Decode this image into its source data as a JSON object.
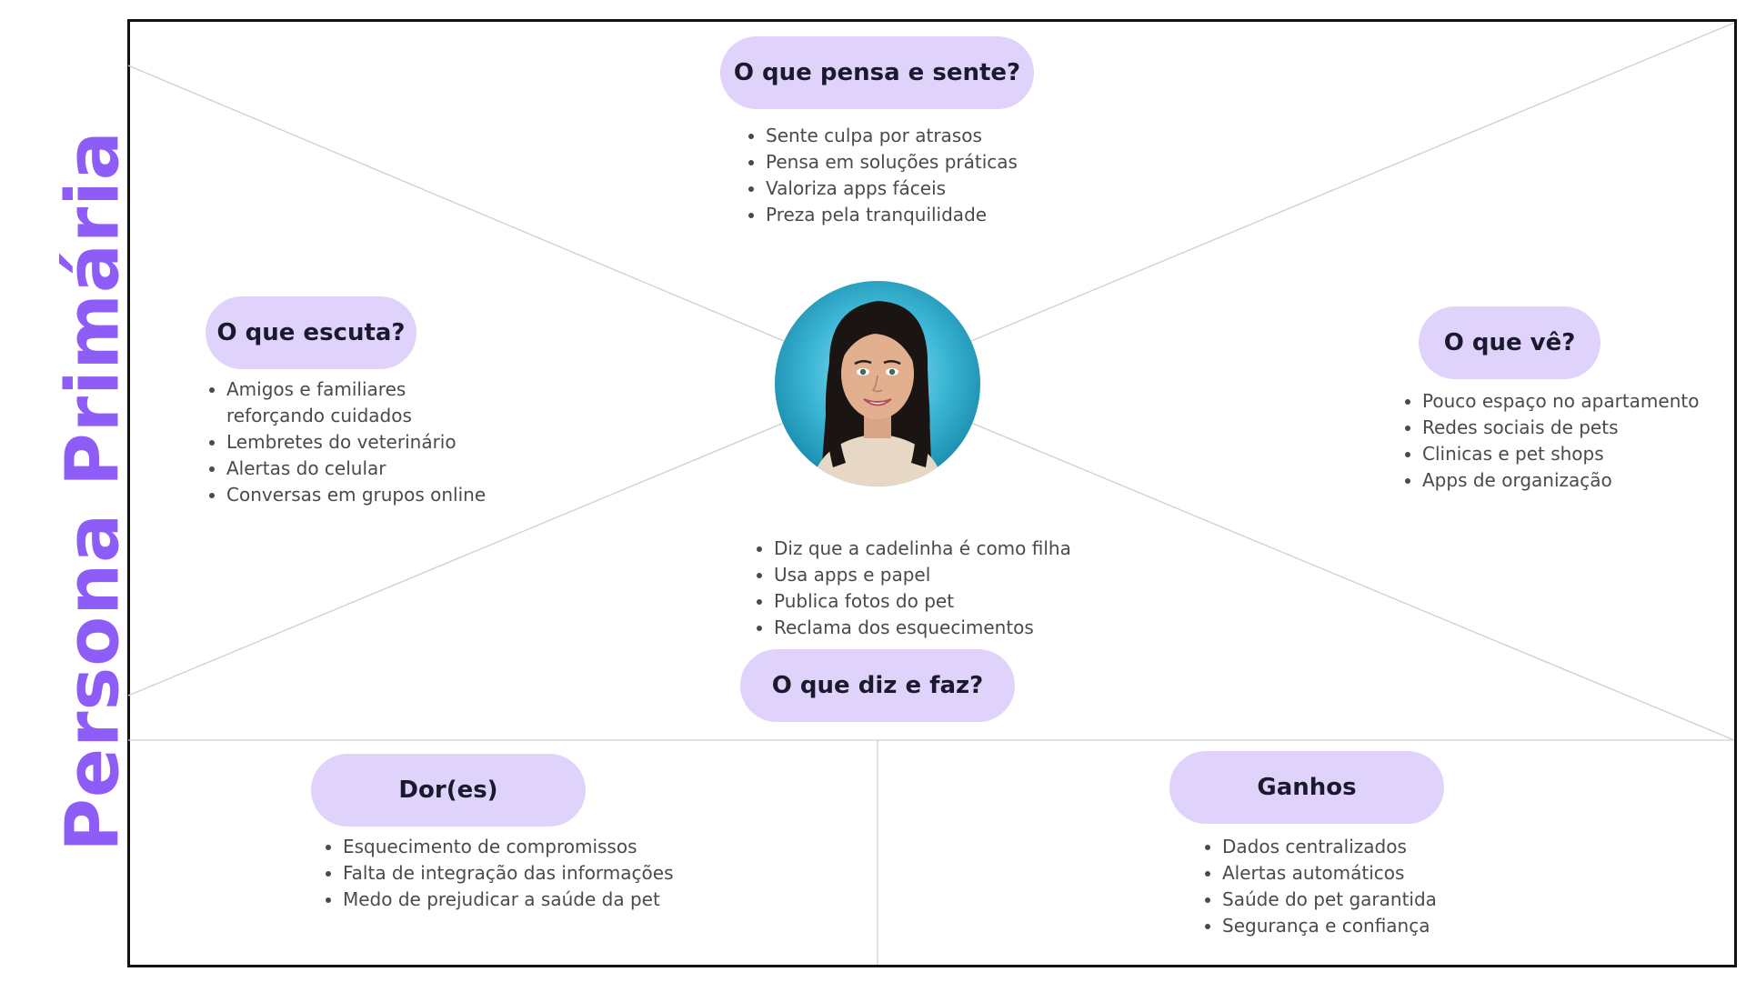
{
  "side_title": "Persona Primária",
  "colors": {
    "accent": "#8e5cf7",
    "pill": "#e0d3fb",
    "frame": "#111111",
    "lines": "#cfcfcf"
  },
  "quadrants": {
    "thinks_feels": {
      "title": "O que pensa e sente?",
      "items": [
        "Sente culpa por atrasos",
        "Pensa em soluções práticas",
        "Valoriza apps fáceis",
        "Preza pela tranquilidade"
      ]
    },
    "hears": {
      "title": "O que escuta?",
      "items": [
        "Amigos e familiares reforçando cuidados",
        "Lembretes do veterinário",
        "Alertas do celular",
        "Conversas em grupos online"
      ]
    },
    "sees": {
      "title": "O que vê?",
      "items": [
        "Pouco espaço no apartamento",
        "Redes sociais de pets",
        "Clinicas e pet shops",
        "Apps de organização"
      ]
    },
    "says_does": {
      "title": "O que diz e faz?",
      "items": [
        "Diz que a cadelinha é como filha",
        "Usa apps e papel",
        "Publica fotos do pet",
        "Reclama dos esquecimentos"
      ]
    }
  },
  "pains": {
    "title": "Dor(es)",
    "items": [
      "Esquecimento de compromissos",
      "Falta de integração das informações",
      "Medo de prejudicar a saúde da pet"
    ]
  },
  "gains": {
    "title": "Ganhos",
    "items": [
      "Dados centralizados",
      "Alertas automáticos",
      "Saúde do pet garantida",
      "Segurança e confiança"
    ]
  },
  "avatar_icon": "persona-portrait"
}
